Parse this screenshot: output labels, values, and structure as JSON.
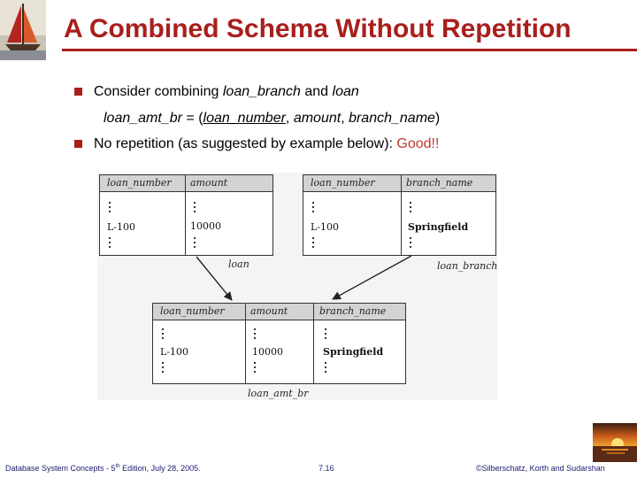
{
  "slide": {
    "title": "A Combined Schema Without Repetition",
    "bullets": [
      {
        "pre": "Consider combining ",
        "r1": "loan_branch",
        "mid": " and ",
        "r2": "loan"
      },
      {
        "pre": "No repetition (as suggested by example below): ",
        "emph": "Good!!"
      }
    ],
    "schema": {
      "name": "loan_amt_br",
      "eq": " = (",
      "a1": "loan_number",
      "sep1": ", ",
      "a2": "amount",
      "sep2": ", ",
      "a3": "branch_name",
      "close": ")"
    }
  },
  "figure": {
    "loan": {
      "caption": "loan",
      "columns": [
        "loan_number",
        "amount"
      ],
      "values": [
        "L-100",
        "10000"
      ]
    },
    "loan_branch": {
      "caption": "loan_branch",
      "columns": [
        "loan_number",
        "branch_name"
      ],
      "values": [
        "L-100",
        "Springfield"
      ]
    },
    "loan_amt_br": {
      "caption": "loan_amt_br",
      "columns": [
        "loan_number",
        "amount",
        "branch_name"
      ],
      "values": [
        "L-100",
        "10000",
        "Springfield"
      ]
    }
  },
  "footer": {
    "left_pre": "Database System Concepts - 5",
    "left_sup": "th",
    "left_post": " Edition, July 28, 2005.",
    "page": "7.16",
    "right": "©Silberschatz, Korth and Sudarshan"
  },
  "colors": {
    "accent": "#a81f1c",
    "good": "#c0392b",
    "footer_text": "#1a1a6e"
  },
  "icons": {
    "logo": "sailboat-icon",
    "corner": "sunset-icon"
  }
}
